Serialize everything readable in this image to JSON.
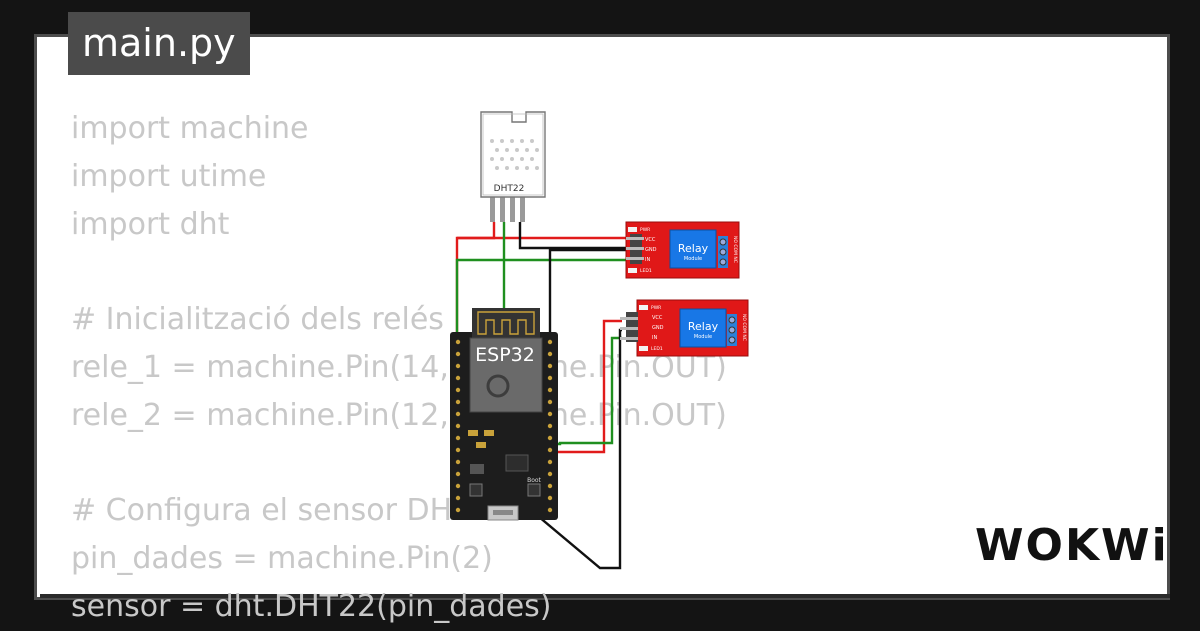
{
  "tab": {
    "filename": "main.py"
  },
  "code_lines": [
    "import machine",
    "import utime",
    "import dht",
    "",
    "# Inicialització dels relés",
    "rele_1 = machine.Pin(14, machine.Pin.OUT)",
    "rele_2 = machine.Pin(12, machine.Pin.OUT)",
    "",
    "# Configura el sensor DHT22",
    "pin_dades = machine.Pin(2)",
    "sensor = dht.DHT22(pin_dades)"
  ],
  "components": {
    "sensor_label": "DHT22",
    "board_label": "ESP32",
    "board_boot": "Boot",
    "relay_1": {
      "title": "Relay",
      "subtitle": "Module",
      "pins": [
        "VCC",
        "GND",
        "IN"
      ],
      "pwr": "PWR",
      "led": "LED1",
      "terminals": "NO COM NC"
    },
    "relay_2": {
      "title": "Relay",
      "subtitle": "Module",
      "pins": [
        "VCC",
        "GND",
        "IN"
      ],
      "pwr": "PWR",
      "led": "LED1",
      "terminals": "NO COM NC"
    }
  },
  "wire_colors": {
    "power": "#e11b1b",
    "ground": "#111111",
    "signal": "#1f8f1f"
  },
  "brand": {
    "logo": "WOKWi"
  }
}
